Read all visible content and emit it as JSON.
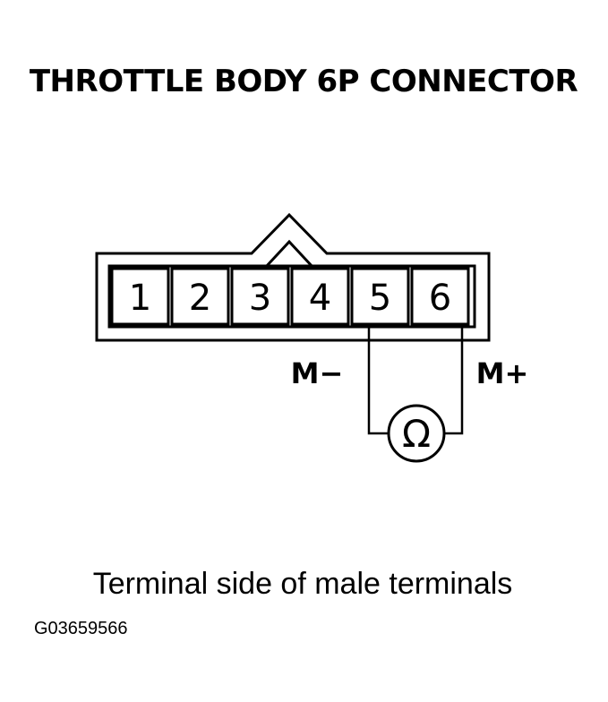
{
  "title": "THROTTLE BODY 6P CONNECTOR",
  "connector": {
    "pins": [
      "1",
      "2",
      "3",
      "4",
      "5",
      "6"
    ]
  },
  "probes": {
    "negative": {
      "label": "M−",
      "pin": "5"
    },
    "positive": {
      "label": "M+",
      "pin": "6"
    }
  },
  "meter": {
    "symbol": "Ω",
    "icon": "ohmmeter-icon"
  },
  "caption": "Terminal side of male terminals",
  "figure_id": "G03659566"
}
